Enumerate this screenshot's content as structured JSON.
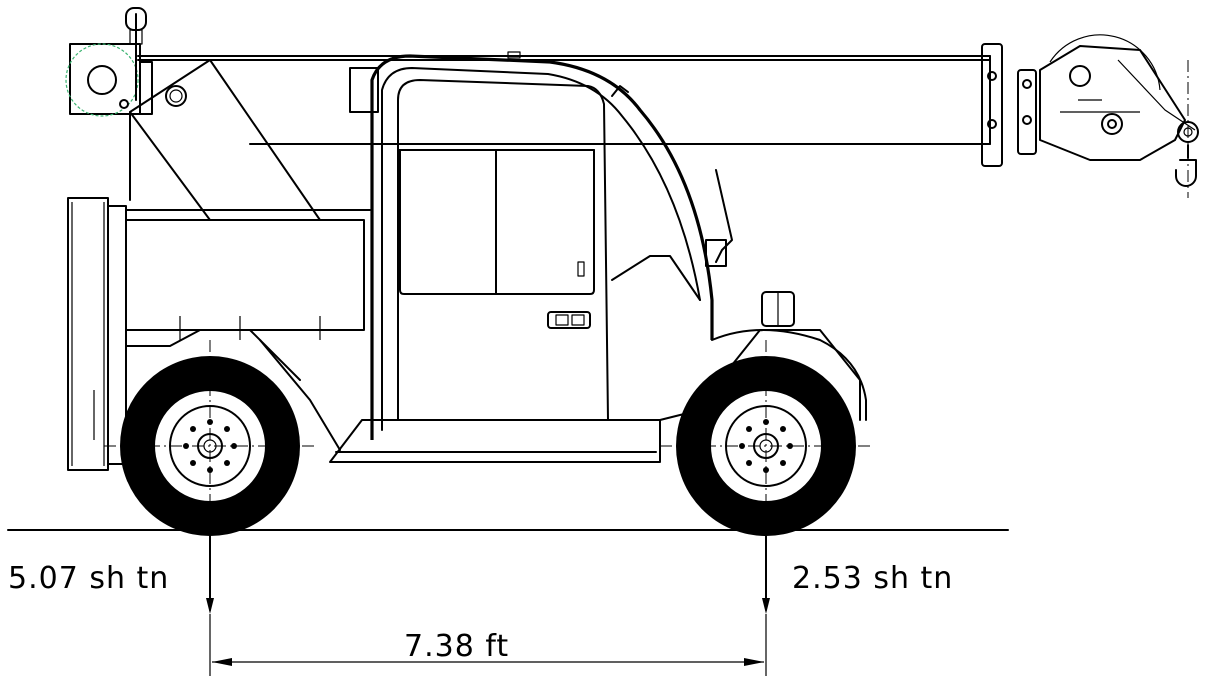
{
  "diagram": {
    "left_axle_load": "5.07 sh tn",
    "right_axle_load": "2.53 sh tn",
    "wheelbase": "7.38 ft"
  }
}
